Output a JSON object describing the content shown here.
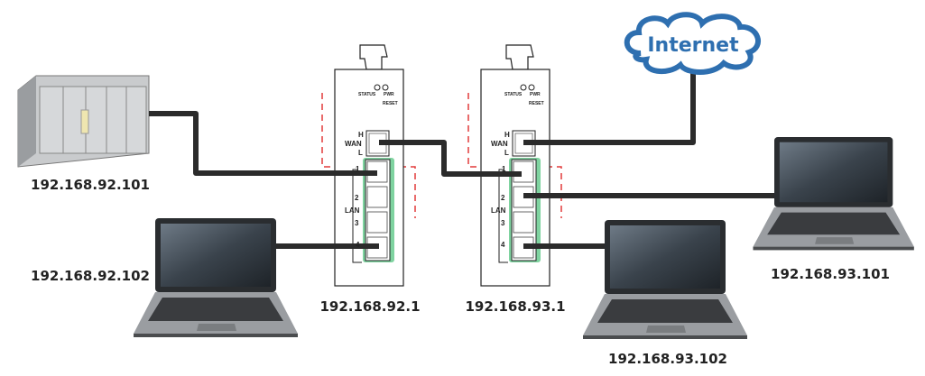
{
  "internet": {
    "label": "Internet"
  },
  "plc": {
    "ip": "192.168.92.101"
  },
  "laptop_left": {
    "ip": "192.168.92.102"
  },
  "router1": {
    "ip": "192.168.92.1",
    "status": "STATUS",
    "pwr": "PWR",
    "reset": "RESET",
    "wan": "WAN",
    "h": "H",
    "l": "L",
    "lan": "LAN",
    "ports": [
      "1",
      "2",
      "3",
      "4"
    ]
  },
  "router2": {
    "ip": "192.168.93.1",
    "status": "STATUS",
    "pwr": "PWR",
    "reset": "RESET",
    "wan": "WAN",
    "h": "H",
    "l": "L",
    "lan": "LAN",
    "ports": [
      "1",
      "2",
      "3",
      "4"
    ]
  },
  "laptop_right": {
    "ip": "192.168.93.101"
  },
  "laptop_bottom": {
    "ip": "192.168.93.102"
  },
  "colors": {
    "cable": "#2b2b2b",
    "lan_highlight": "#7fd3a0",
    "zone_dash": "#e23a3a",
    "cloud": "#2e6fb0"
  }
}
